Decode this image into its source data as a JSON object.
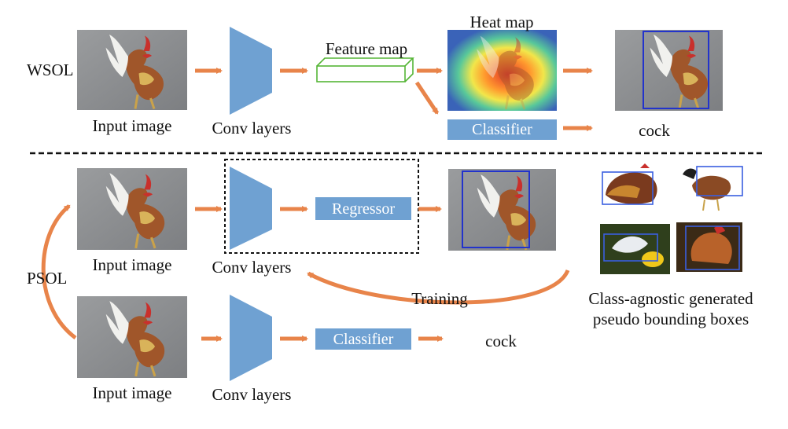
{
  "wsol": {
    "section_label": "WSOL",
    "input_label": "Input image",
    "conv_label": "Conv layers",
    "feature_map_label": "Feature map",
    "heat_map_label": "Heat map",
    "classifier_label": "Classifier",
    "output_label": "cock"
  },
  "psol": {
    "section_label": "PSOL",
    "input_label_top": "Input image",
    "conv_label_top": "Conv layers",
    "regressor_label": "Regressor",
    "input_label_bottom": "Input image",
    "conv_label_bottom": "Conv layers",
    "classifier_label": "Classifier",
    "output_label": "cock",
    "training_label": "Training",
    "pseudo_caption_line1": "Class-agnostic generated",
    "pseudo_caption_line2": "pseudo bounding boxes"
  },
  "colors": {
    "arrow": "#e8844a",
    "conv": "#6fa1d2",
    "box_fill": "#6fa1d2",
    "bbox": "#2233cc",
    "feature_map": "#55b536"
  }
}
